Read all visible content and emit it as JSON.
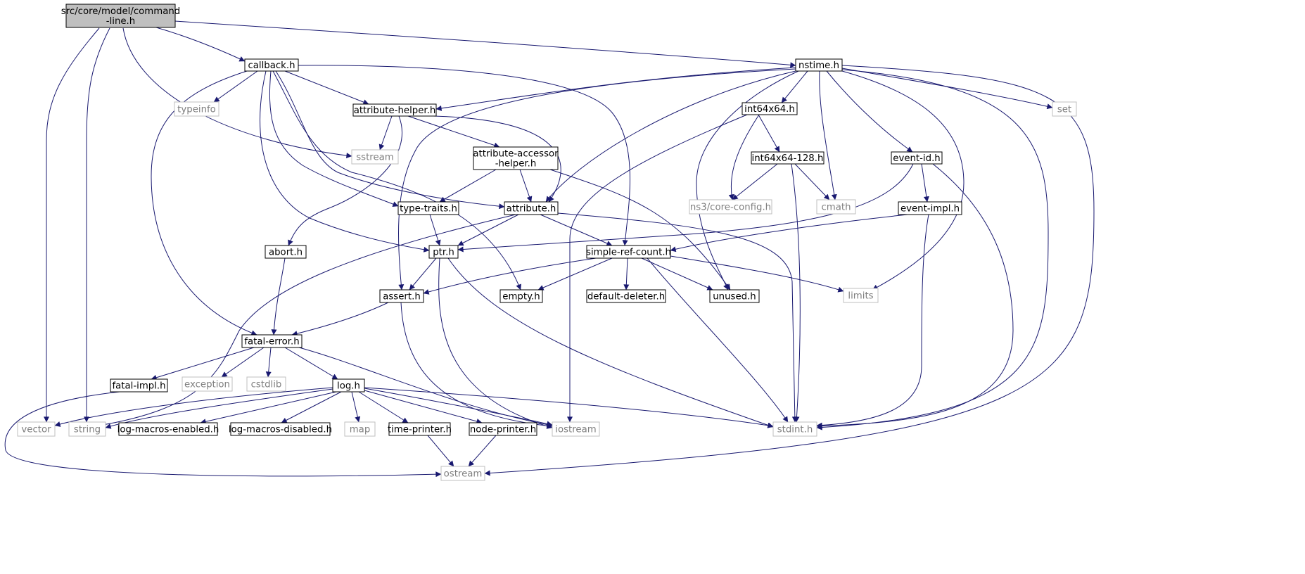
{
  "colors": {
    "edge": "#191970",
    "node_border": "#000000",
    "system_border": "#bfbfbf",
    "root_fill": "#bfbfbf",
    "node_fill": "#ffffff",
    "system_text": "#7f7f7f"
  },
  "nodes": [
    {
      "id": "command-line",
      "lines": [
        "src/core/model/command",
        "-line.h"
      ],
      "kind": "root"
    },
    {
      "id": "callback",
      "lines": [
        "callback.h"
      ],
      "kind": "header"
    },
    {
      "id": "nstime",
      "lines": [
        "nstime.h"
      ],
      "kind": "header"
    },
    {
      "id": "typeinfo",
      "lines": [
        "typeinfo"
      ],
      "kind": "system"
    },
    {
      "id": "attribute-helper",
      "lines": [
        "attribute-helper.h"
      ],
      "kind": "header"
    },
    {
      "id": "sstream",
      "lines": [
        "sstream"
      ],
      "kind": "system"
    },
    {
      "id": "attribute-accessor-helper",
      "lines": [
        "attribute-accessor",
        "-helper.h"
      ],
      "kind": "header"
    },
    {
      "id": "int64x64",
      "lines": [
        "int64x64.h"
      ],
      "kind": "header"
    },
    {
      "id": "int64x64-128",
      "lines": [
        "int64x64-128.h"
      ],
      "kind": "header"
    },
    {
      "id": "set",
      "lines": [
        "set"
      ],
      "kind": "system"
    },
    {
      "id": "event-id",
      "lines": [
        "event-id.h"
      ],
      "kind": "header"
    },
    {
      "id": "type-traits",
      "lines": [
        "type-traits.h"
      ],
      "kind": "header"
    },
    {
      "id": "attribute",
      "lines": [
        "attribute.h"
      ],
      "kind": "header"
    },
    {
      "id": "ns3-core-config",
      "lines": [
        "ns3/core-config.h"
      ],
      "kind": "system"
    },
    {
      "id": "cmath",
      "lines": [
        "cmath"
      ],
      "kind": "system"
    },
    {
      "id": "event-impl",
      "lines": [
        "event-impl.h"
      ],
      "kind": "header"
    },
    {
      "id": "abort",
      "lines": [
        "abort.h"
      ],
      "kind": "header"
    },
    {
      "id": "ptr",
      "lines": [
        "ptr.h"
      ],
      "kind": "header"
    },
    {
      "id": "simple-ref-count",
      "lines": [
        "simple-ref-count.h"
      ],
      "kind": "header"
    },
    {
      "id": "assert",
      "lines": [
        "assert.h"
      ],
      "kind": "header"
    },
    {
      "id": "empty",
      "lines": [
        "empty.h"
      ],
      "kind": "header"
    },
    {
      "id": "default-deleter",
      "lines": [
        "default-deleter.h"
      ],
      "kind": "header"
    },
    {
      "id": "unused",
      "lines": [
        "unused.h"
      ],
      "kind": "header"
    },
    {
      "id": "limits",
      "lines": [
        "limits"
      ],
      "kind": "system"
    },
    {
      "id": "fatal-error",
      "lines": [
        "fatal-error.h"
      ],
      "kind": "header"
    },
    {
      "id": "fatal-impl",
      "lines": [
        "fatal-impl.h"
      ],
      "kind": "header"
    },
    {
      "id": "exception",
      "lines": [
        "exception"
      ],
      "kind": "system"
    },
    {
      "id": "cstdlib",
      "lines": [
        "cstdlib"
      ],
      "kind": "system"
    },
    {
      "id": "log",
      "lines": [
        "log.h"
      ],
      "kind": "header"
    },
    {
      "id": "vector",
      "lines": [
        "vector"
      ],
      "kind": "system"
    },
    {
      "id": "string",
      "lines": [
        "string"
      ],
      "kind": "system"
    },
    {
      "id": "log-macros-enabled",
      "lines": [
        "log-macros-enabled.h"
      ],
      "kind": "header"
    },
    {
      "id": "log-macros-disabled",
      "lines": [
        "log-macros-disabled.h"
      ],
      "kind": "header"
    },
    {
      "id": "map",
      "lines": [
        "map"
      ],
      "kind": "system"
    },
    {
      "id": "time-printer",
      "lines": [
        "time-printer.h"
      ],
      "kind": "header"
    },
    {
      "id": "node-printer",
      "lines": [
        "node-printer.h"
      ],
      "kind": "header"
    },
    {
      "id": "iostream",
      "lines": [
        "iostream"
      ],
      "kind": "system"
    },
    {
      "id": "stdint",
      "lines": [
        "stdint.h"
      ],
      "kind": "system"
    },
    {
      "id": "ostream",
      "lines": [
        "ostream"
      ],
      "kind": "system"
    }
  ],
  "edges": [
    {
      "from": "command-line",
      "to": "callback"
    },
    {
      "from": "command-line",
      "to": "nstime"
    },
    {
      "from": "command-line",
      "to": "sstream"
    },
    {
      "from": "command-line",
      "to": "vector"
    },
    {
      "from": "command-line",
      "to": "string"
    },
    {
      "from": "callback",
      "to": "typeinfo"
    },
    {
      "from": "callback",
      "to": "attribute-helper"
    },
    {
      "from": "callback",
      "to": "type-traits"
    },
    {
      "from": "callback",
      "to": "attribute"
    },
    {
      "from": "callback",
      "to": "ptr"
    },
    {
      "from": "callback",
      "to": "empty"
    },
    {
      "from": "callback",
      "to": "simple-ref-count"
    },
    {
      "from": "callback",
      "to": "fatal-error"
    },
    {
      "from": "nstime",
      "to": "attribute-helper"
    },
    {
      "from": "nstime",
      "to": "int64x64"
    },
    {
      "from": "nstime",
      "to": "set"
    },
    {
      "from": "nstime",
      "to": "event-id"
    },
    {
      "from": "nstime",
      "to": "cmath"
    },
    {
      "from": "nstime",
      "to": "attribute"
    },
    {
      "from": "nstime",
      "to": "assert"
    },
    {
      "from": "nstime",
      "to": "unused"
    },
    {
      "from": "nstime",
      "to": "limits"
    },
    {
      "from": "nstime",
      "to": "stdint"
    },
    {
      "from": "nstime",
      "to": "ostream"
    },
    {
      "from": "attribute-helper",
      "to": "sstream"
    },
    {
      "from": "attribute-helper",
      "to": "attribute-accessor-helper"
    },
    {
      "from": "attribute-helper",
      "to": "attribute"
    },
    {
      "from": "attribute-helper",
      "to": "abort"
    },
    {
      "from": "attribute-accessor-helper",
      "to": "type-traits"
    },
    {
      "from": "attribute-accessor-helper",
      "to": "attribute"
    },
    {
      "from": "attribute-accessor-helper",
      "to": "unused"
    },
    {
      "from": "int64x64",
      "to": "int64x64-128"
    },
    {
      "from": "int64x64",
      "to": "ns3-core-config"
    },
    {
      "from": "int64x64",
      "to": "iostream"
    },
    {
      "from": "int64x64-128",
      "to": "ns3-core-config"
    },
    {
      "from": "int64x64-128",
      "to": "cmath"
    },
    {
      "from": "int64x64-128",
      "to": "stdint"
    },
    {
      "from": "event-id",
      "to": "event-impl"
    },
    {
      "from": "event-id",
      "to": "ptr"
    },
    {
      "from": "event-id",
      "to": "stdint"
    },
    {
      "from": "event-impl",
      "to": "simple-ref-count"
    },
    {
      "from": "event-impl",
      "to": "stdint"
    },
    {
      "from": "type-traits",
      "to": "ptr"
    },
    {
      "from": "attribute",
      "to": "ptr"
    },
    {
      "from": "attribute",
      "to": "simple-ref-count"
    },
    {
      "from": "attribute",
      "to": "stdint"
    },
    {
      "from": "attribute",
      "to": "string"
    },
    {
      "from": "abort",
      "to": "fatal-error"
    },
    {
      "from": "ptr",
      "to": "assert"
    },
    {
      "from": "ptr",
      "to": "iostream"
    },
    {
      "from": "ptr",
      "to": "stdint"
    },
    {
      "from": "simple-ref-count",
      "to": "assert"
    },
    {
      "from": "simple-ref-count",
      "to": "empty"
    },
    {
      "from": "simple-ref-count",
      "to": "default-deleter"
    },
    {
      "from": "simple-ref-count",
      "to": "unused"
    },
    {
      "from": "simple-ref-count",
      "to": "limits"
    },
    {
      "from": "simple-ref-count",
      "to": "stdint"
    },
    {
      "from": "assert",
      "to": "fatal-error"
    },
    {
      "from": "assert",
      "to": "iostream"
    },
    {
      "from": "fatal-error",
      "to": "fatal-impl"
    },
    {
      "from": "fatal-error",
      "to": "exception"
    },
    {
      "from": "fatal-error",
      "to": "cstdlib"
    },
    {
      "from": "fatal-error",
      "to": "log"
    },
    {
      "from": "fatal-error",
      "to": "iostream"
    },
    {
      "from": "fatal-impl",
      "to": "ostream"
    },
    {
      "from": "log",
      "to": "vector"
    },
    {
      "from": "log",
      "to": "string"
    },
    {
      "from": "log",
      "to": "log-macros-enabled"
    },
    {
      "from": "log",
      "to": "log-macros-disabled"
    },
    {
      "from": "log",
      "to": "map"
    },
    {
      "from": "log",
      "to": "time-printer"
    },
    {
      "from": "log",
      "to": "node-printer"
    },
    {
      "from": "log",
      "to": "iostream"
    },
    {
      "from": "log",
      "to": "stdint"
    },
    {
      "from": "time-printer",
      "to": "ostream"
    },
    {
      "from": "node-printer",
      "to": "ostream"
    }
  ]
}
